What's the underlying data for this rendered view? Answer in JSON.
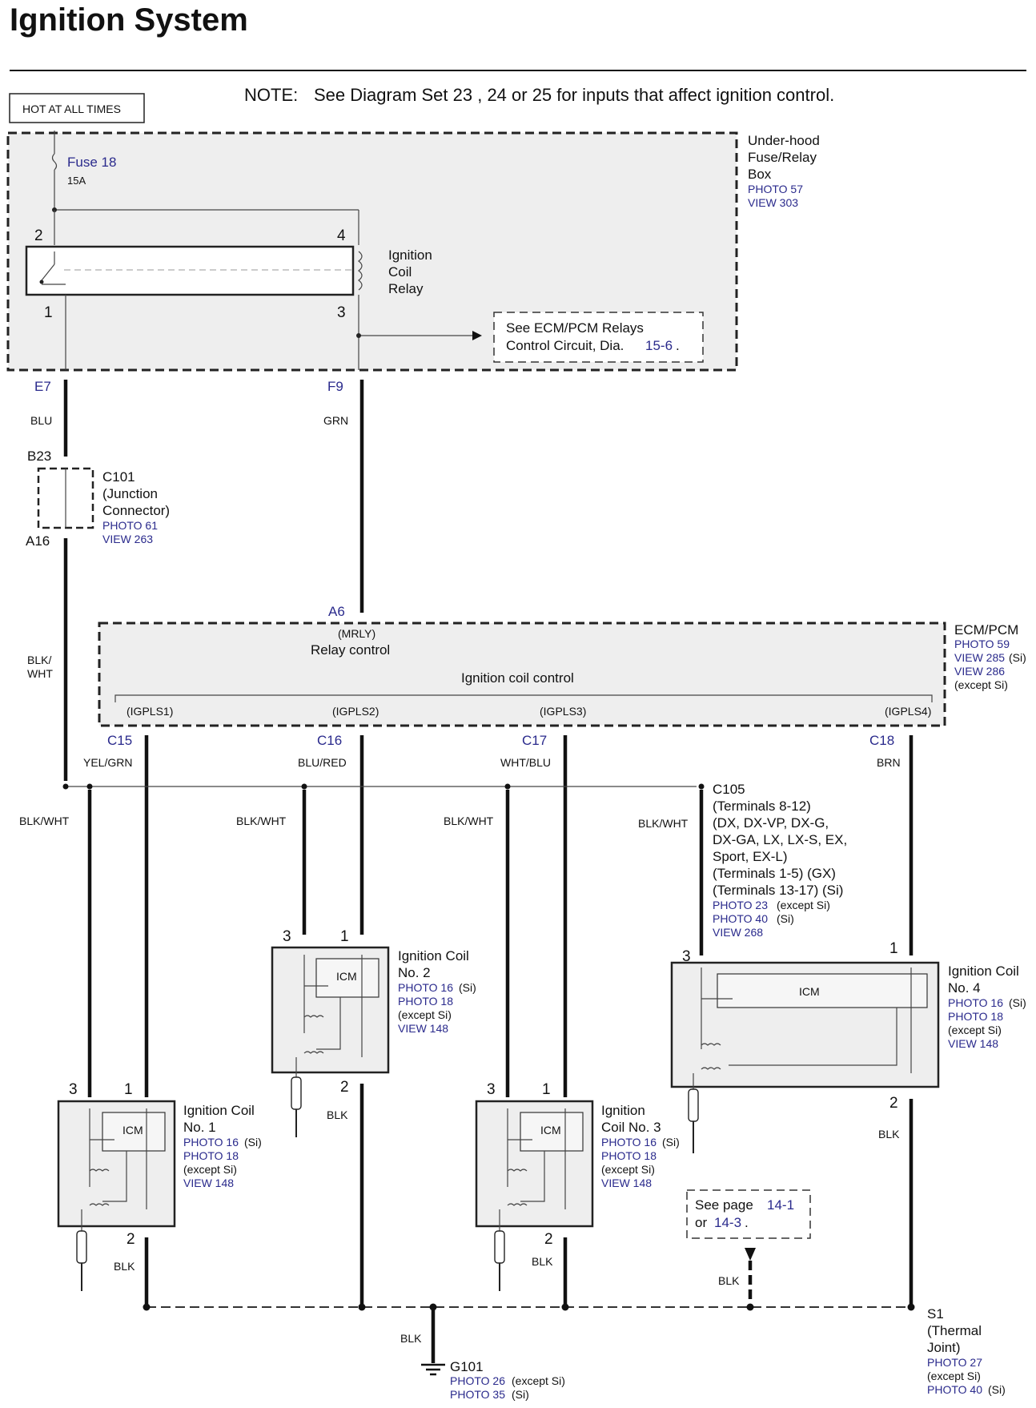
{
  "title": "Ignition System",
  "note": {
    "prefix": "NOTE:",
    "text": "See Diagram Set 23 , 24 or 25   for inputs that affect ignition control."
  },
  "hot_label": "HOT AT ALL TIMES",
  "fuse": {
    "name": "Fuse 18",
    "rating": "15A"
  },
  "fuse_box": {
    "l1": "Under-hood",
    "l2": "Fuse/Relay",
    "l3": "Box",
    "photo": "PHOTO 57",
    "view": "VIEW 303"
  },
  "relay": {
    "l1": "Ignition",
    "l2": "Coil",
    "l3": "Relay",
    "p2": "2",
    "p4": "4",
    "p1": "1",
    "p3": "3"
  },
  "ecm_ref": {
    "l1": "See ECM/PCM Relays",
    "l2": "Control Circuit, Dia.",
    "link": "15-6",
    "dot": "."
  },
  "terms": {
    "e7": "E7",
    "f9": "F9",
    "b23": "B23",
    "a16": "A16",
    "a6": "A6",
    "c15": "C15",
    "c16": "C16",
    "c17": "C17",
    "c18": "C18"
  },
  "wires": {
    "blu": "BLU",
    "grn": "GRN",
    "blkwht1": "BLK/",
    "blkwht2": "WHT",
    "yelgrn": "YEL/GRN",
    "blured": "BLU/RED",
    "whtblu": "WHT/BLU",
    "brn": "BRN",
    "blkwht": "BLK/WHT",
    "blk": "BLK"
  },
  "c101": {
    "l1": "C101",
    "l2": "(Junction",
    "l3": "Connector)",
    "photo": "PHOTO 61",
    "view": "VIEW 263"
  },
  "ecm": {
    "name": "ECM/PCM",
    "photo": "PHOTO 59",
    "view1": "VIEW 285",
    "si": "(Si)",
    "view2": "VIEW 286",
    "except": "(except Si)",
    "mrly": "(MRLY)",
    "relay_control": "Relay control",
    "coil_control": "Ignition coil control",
    "igpls1": "(IGPLS1)",
    "igpls2": "(IGPLS2)",
    "igpls3": "(IGPLS3)",
    "igpls4": "(IGPLS4)"
  },
  "c105": {
    "l1": "C105",
    "l2": "(Terminals 8-12)",
    "l3": "(DX, DX-VP, DX-G,",
    "l4": "DX-GA, LX, LX-S, EX,",
    "l5": "Sport, EX-L)",
    "l6": "(Terminals 1-5) (GX)",
    "l7": "(Terminals 13-17) (Si)",
    "photo1": "PHOTO 23",
    "photo1n": "(except Si)",
    "photo2": "PHOTO 40",
    "photo2n": "(Si)",
    "view": "VIEW 268"
  },
  "coil": {
    "icm": "ICM",
    "photo16": "PHOTO 16",
    "si": "(Si)",
    "photo18": "PHOTO 18",
    "except": "(except Si)",
    "view": "VIEW 148",
    "p1": "1",
    "p2": "2",
    "p3": "3"
  },
  "coil1": {
    "l1": "Ignition Coil",
    "l2": "No. 1"
  },
  "coil2": {
    "l1": "Ignition Coil",
    "l2": "No. 2"
  },
  "coil3": {
    "l1": "Ignition",
    "l2": "Coil No. 3"
  },
  "coil4": {
    "l1": "Ignition Coil",
    "l2": "No. 4"
  },
  "page_ref": {
    "l1": "See page",
    "link1": "14-1",
    "l2": "or",
    "link2": "14-3",
    "dot": "."
  },
  "g101": {
    "name": "G101",
    "photo1": "PHOTO 26",
    "photo1n": "(except Si)",
    "photo2": "PHOTO 35",
    "photo2n": "(Si)"
  },
  "s1": {
    "l1": "S1",
    "l2": "(Thermal",
    "l3": "Joint)",
    "photo1": "PHOTO 27",
    "photo1n": "(except Si)",
    "photo2": "PHOTO 40",
    "photo2n": "(Si)"
  }
}
